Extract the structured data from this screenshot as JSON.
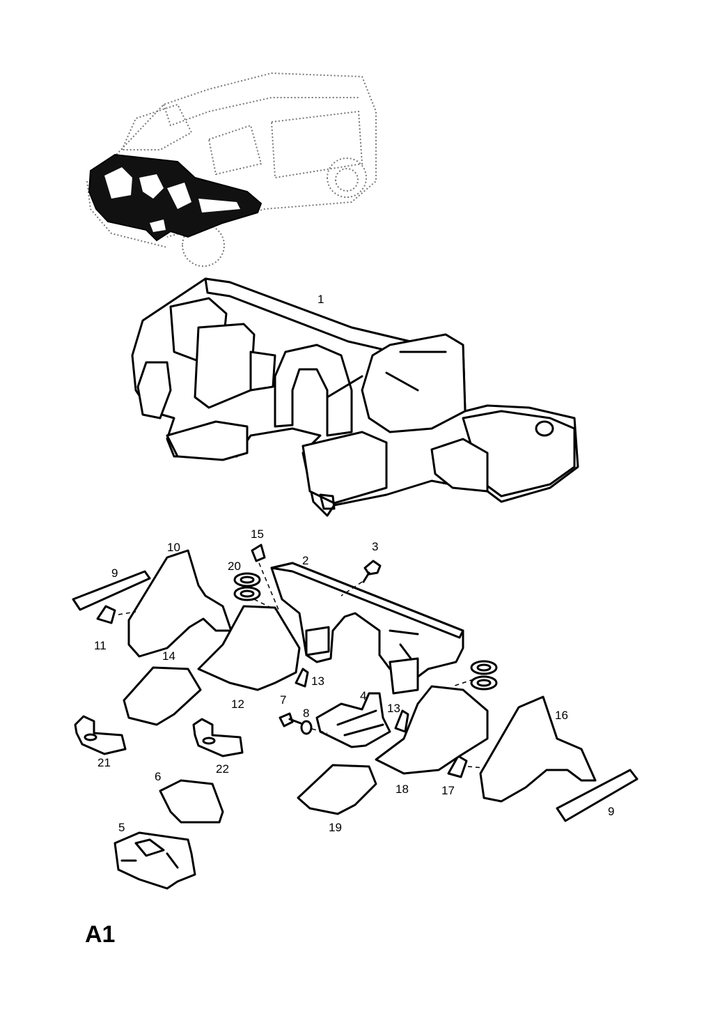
{
  "page_code": "A1",
  "callouts": [
    {
      "id": "c1",
      "label": "1"
    },
    {
      "id": "c2",
      "label": "2"
    },
    {
      "id": "c3",
      "label": "3"
    },
    {
      "id": "c4",
      "label": "4"
    },
    {
      "id": "c5",
      "label": "5"
    },
    {
      "id": "c6",
      "label": "6"
    },
    {
      "id": "c7",
      "label": "7"
    },
    {
      "id": "c8",
      "label": "8"
    },
    {
      "id": "c9a",
      "label": "9"
    },
    {
      "id": "c9b",
      "label": "9"
    },
    {
      "id": "c10",
      "label": "10"
    },
    {
      "id": "c11",
      "label": "11"
    },
    {
      "id": "c12",
      "label": "12"
    },
    {
      "id": "c13a",
      "label": "13"
    },
    {
      "id": "c13b",
      "label": "13"
    },
    {
      "id": "c14",
      "label": "14"
    },
    {
      "id": "c15",
      "label": "15"
    },
    {
      "id": "c16",
      "label": "16"
    },
    {
      "id": "c17",
      "label": "17"
    },
    {
      "id": "c18",
      "label": "18"
    },
    {
      "id": "c19",
      "label": "19"
    },
    {
      "id": "c20",
      "label": "20"
    },
    {
      "id": "c21",
      "label": "21"
    },
    {
      "id": "c22",
      "label": "22"
    }
  ]
}
